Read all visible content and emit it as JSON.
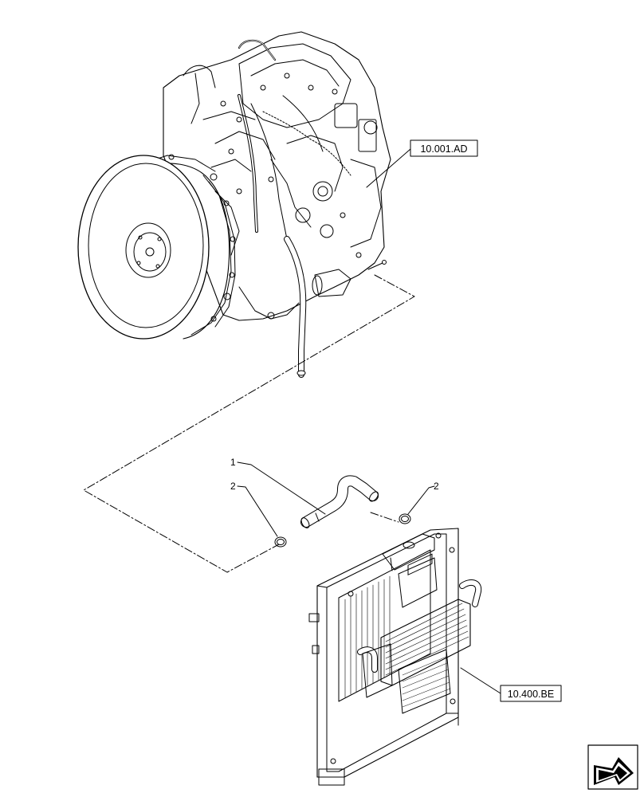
{
  "callouts": {
    "hose": "1",
    "clamp_left": "2",
    "clamp_right": "2"
  },
  "references": {
    "engine": "10.001.AD",
    "radiator": "10.400.BE"
  },
  "icons": {
    "nav": "next-page-arrow-icon"
  }
}
